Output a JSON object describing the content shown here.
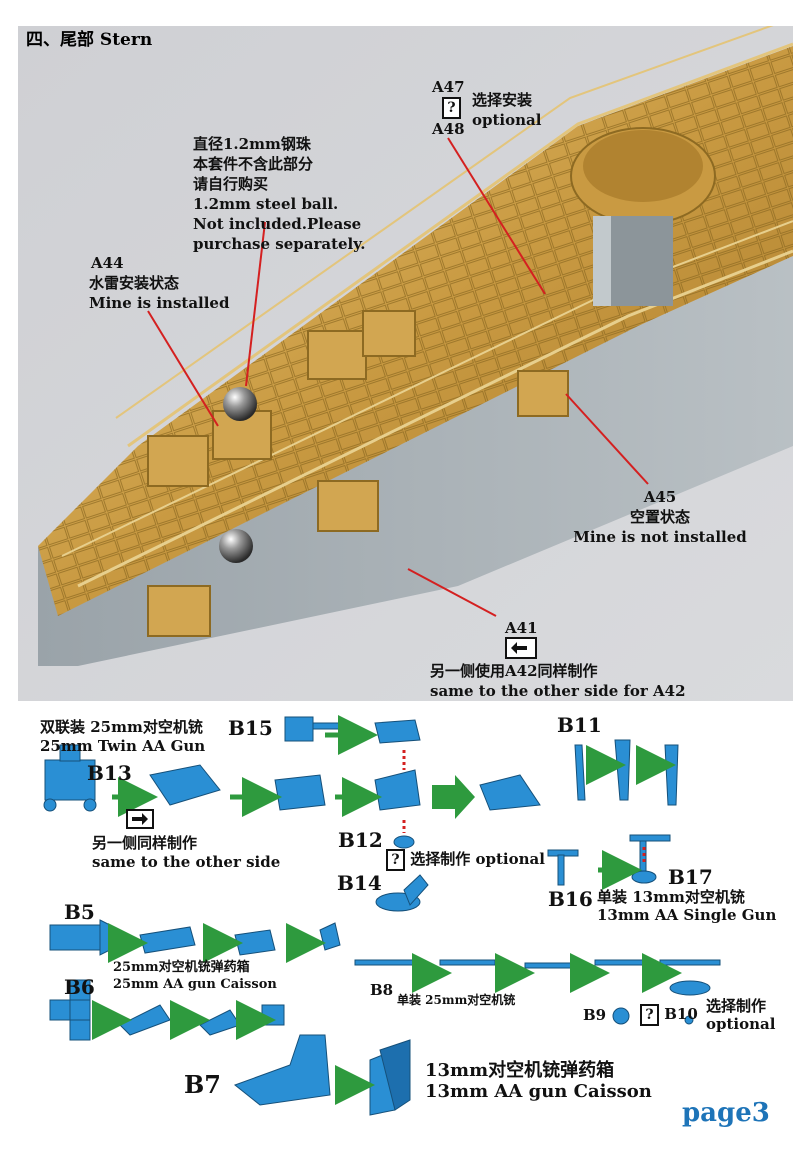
{
  "section": {
    "title": "四、尾部 Stern"
  },
  "photo_callouts": {
    "steel_ball": {
      "lines": [
        "直径1.2mm钢珠",
        "本套件不含此部分",
        "请自行购买",
        "1.2mm steel ball.",
        "Not included.Please",
        "purchase separately."
      ]
    },
    "a44": {
      "part": "A44",
      "zh": "水雷安装状态",
      "en": "Mine is installed"
    },
    "a47_a48": {
      "part_top": "A47",
      "part_bottom": "A48",
      "q": "?",
      "zh": "选择安装",
      "en": "optional"
    },
    "a45": {
      "part": "A45",
      "zh": "空置状态",
      "en": "Mine is not installed"
    },
    "a41": {
      "part": "A41",
      "zh": "另一侧使用A42同样制作",
      "en": "same to the other side for A42"
    }
  },
  "diagrams": {
    "twin_gun": {
      "zh": "双联装 25mm对空机铳",
      "en": "25mm Twin AA Gun",
      "b13": "B13",
      "b15": "B15",
      "b12": "B12",
      "b14": "B14",
      "other_side_zh": "另一侧同样制作",
      "other_side_en": "same to the other side",
      "q": "?",
      "optional_zh": "选择制作",
      "optional_en": "optional"
    },
    "single13": {
      "b11": "B11",
      "b16": "B16",
      "b17": "B17",
      "zh": "单装 13mm对空机铳",
      "en": "13mm AA Single Gun"
    },
    "caisson25": {
      "b5": "B5",
      "b6": "B6",
      "zh": "25mm对空机铳弹药箱",
      "en": "25mm AA gun Caisson"
    },
    "single25": {
      "b8": "B8",
      "zh": "单装 25mm对空机铳",
      "b9": "B9",
      "b10": "B10",
      "q": "?",
      "optional_zh": "选择制作",
      "optional_en": "optional"
    },
    "caisson13": {
      "b7": "B7",
      "zh": "13mm对空机铳弹药箱",
      "en": "13mm AA gun Caisson"
    }
  },
  "page": {
    "label": "page3"
  },
  "colors": {
    "part_blue": "#2a8fd4",
    "arrow_green": "#2e9a3e",
    "callout_red": "#d42020",
    "page_blue": "#1e74b8"
  }
}
